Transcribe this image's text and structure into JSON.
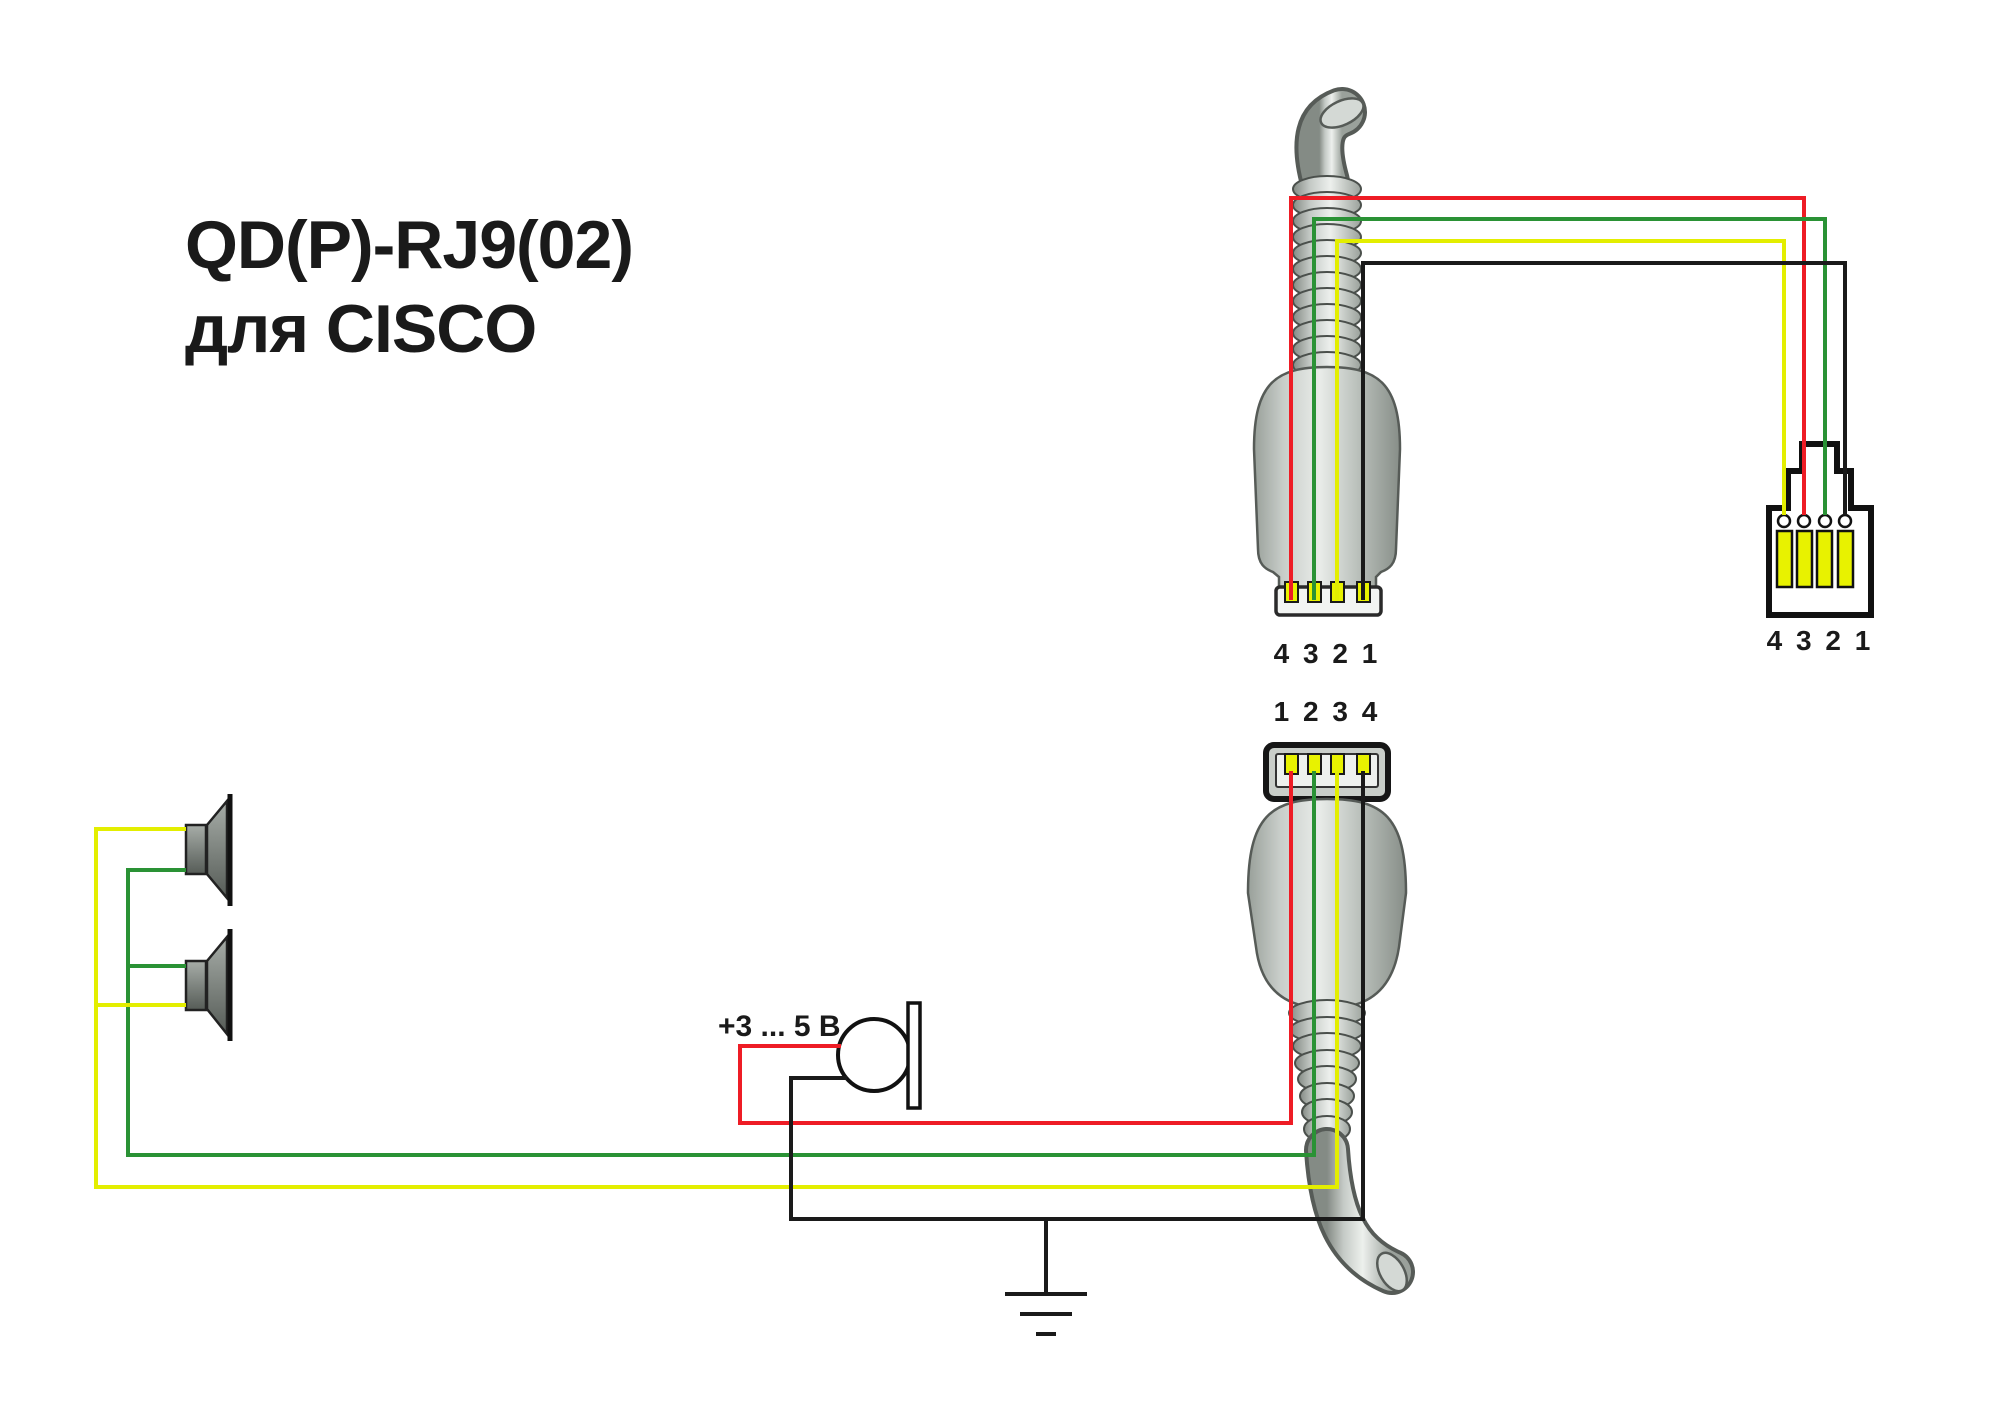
{
  "title": {
    "line1": "QD(P)-RJ9(02)",
    "line2": "для CISCO"
  },
  "labels": {
    "qd_top_pins": "4 3 2 1",
    "qd_bottom_pins": "1 2 3 4",
    "rj9_pins": "4 3 2 1",
    "mic_voltage": "+3 ... 5 В"
  },
  "colors": {
    "wire_red": "#ee1c25",
    "wire_green": "#2a9235",
    "wire_yellow": "#e3ee00",
    "wire_black": "#1a1a1a",
    "contact_yellow": "#e8f200"
  },
  "wiring": [
    {
      "color": "red",
      "qd_top_pin": "4",
      "rj9_pin": "3",
      "qd_bottom_pin": "1",
      "connects_to": "microphone"
    },
    {
      "color": "green",
      "qd_top_pin": "3",
      "rj9_pin": "2",
      "qd_bottom_pin": "2",
      "connects_to": "speakers"
    },
    {
      "color": "yellow",
      "qd_top_pin": "2",
      "rj9_pin": "4",
      "qd_bottom_pin": "3",
      "connects_to": "speakers"
    },
    {
      "color": "black",
      "qd_top_pin": "1",
      "rj9_pin": "1",
      "qd_bottom_pin": "4",
      "connects_to": "microphone / ground"
    }
  ]
}
